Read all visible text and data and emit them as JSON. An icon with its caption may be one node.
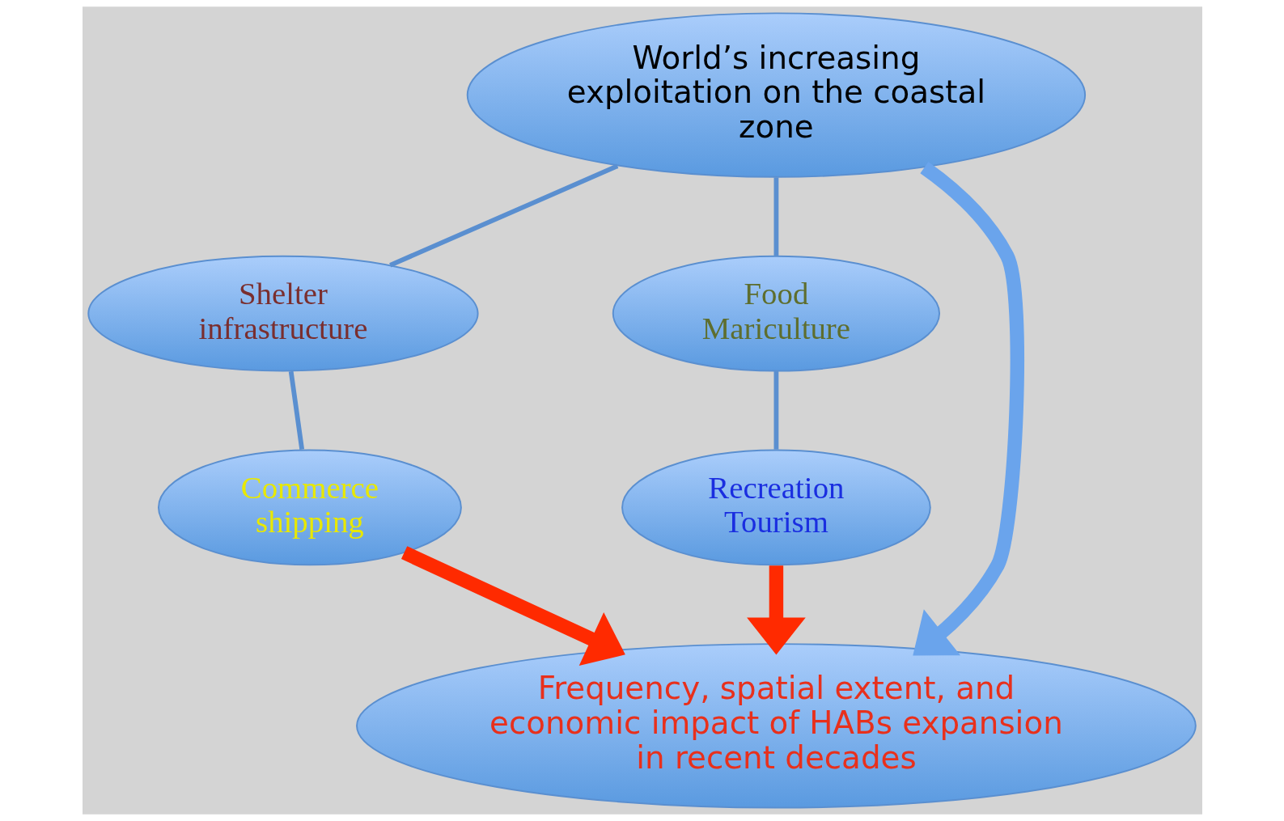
{
  "diagram": {
    "nodes": [
      {
        "text": [
          "World’s increasing exploitation on the coastal zone"
        ]
      },
      {
        "text": [
          "Shelter infrastructure"
        ]
      },
      {
        "text": [
          "Food Mariculture"
        ]
      },
      {
        "text": [
          "Commerce shipping"
        ]
      },
      {
        "text": [
          "Recreation Tourism"
        ]
      },
      {
        "text": [
          "Frequency, spatial extent, and economic impact of HABs expansion in recent decades"
        ]
      }
    ],
    "edges": [
      {
        "from": 0,
        "to": 1,
        "arrow": "none"
      },
      {
        "from": 0,
        "to": 2,
        "arrow": "none"
      },
      {
        "from": 1,
        "to": 3,
        "arrow": "none"
      },
      {
        "from": 2,
        "to": 4,
        "arrow": "none"
      },
      {
        "from": 0,
        "to": 5,
        "arrow": "to",
        "style": "thick",
        "color": "#6aa4ec"
      },
      {
        "from": 3,
        "to": 5,
        "arrow": "to",
        "style": "thick",
        "color": "#ff2a00"
      },
      {
        "from": 4,
        "to": 5,
        "arrow": "to",
        "style": "thick",
        "color": "#ff2a00"
      }
    ]
  }
}
